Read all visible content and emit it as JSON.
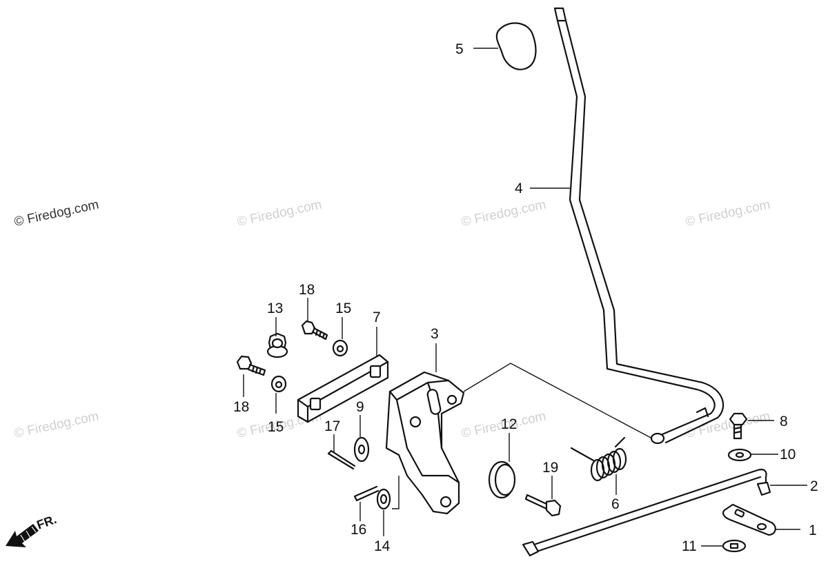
{
  "watermarks": [
    {
      "text": "© Firedog.com",
      "tone": "dark"
    },
    {
      "text": "© Firedog.com",
      "tone": "light"
    },
    {
      "text": "© Firedog.com",
      "tone": "light"
    },
    {
      "text": "© Firedog.com",
      "tone": "light"
    },
    {
      "text": "© Firedog.com",
      "tone": "light"
    },
    {
      "text": "© Firedog.com",
      "tone": "light"
    },
    {
      "text": "© Firedog.com",
      "tone": "light"
    },
    {
      "text": "© Firedog.com",
      "tone": "light"
    }
  ],
  "direction_label": "FR.",
  "callouts": [
    "1",
    "2",
    "3",
    "4",
    "5",
    "6",
    "7",
    "8",
    "9",
    "10",
    "11",
    "12",
    "13",
    "14",
    "15",
    "15",
    "16",
    "17",
    "18",
    "18",
    "19"
  ],
  "colors": {
    "ink": "#111111",
    "watermark": "#cfcfcf"
  }
}
